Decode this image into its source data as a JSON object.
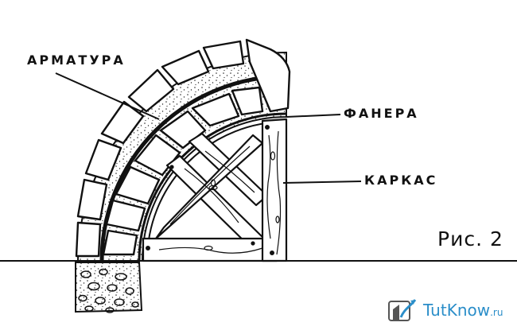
{
  "labels": {
    "reinforcement": "АРМАТУРА",
    "plywood": "ФАНЕРА",
    "frame": "КАРКАС",
    "figure": "Рис. 2"
  },
  "watermark": {
    "brand": "TutKnow",
    "domain": ".ru"
  },
  "colors": {
    "ink": "#111111",
    "brand": "#2b8ec9"
  }
}
